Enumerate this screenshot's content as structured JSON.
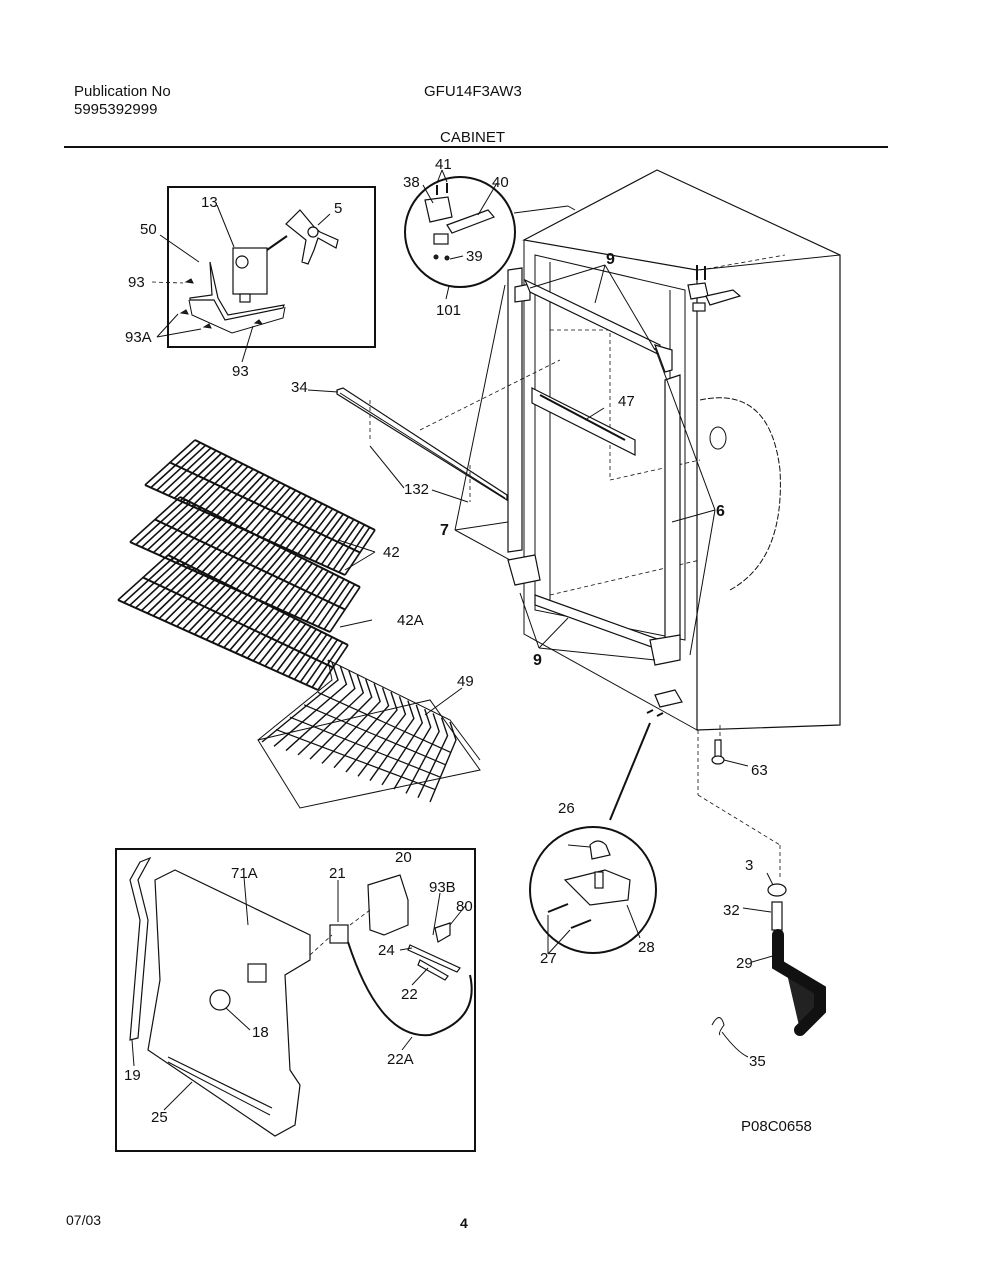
{
  "header": {
    "publication_label": "Publication No",
    "publication_number": "5995392999",
    "model": "GFU14F3AW3",
    "section_title": "CABINET"
  },
  "footer": {
    "date": "07/03",
    "page_number": "4"
  },
  "diagram": {
    "drawing_id": "P08C0658",
    "callouts": {
      "c13": "13",
      "c5": "5",
      "c50": "50",
      "c93a": "93",
      "c93b": "93",
      "c93A": "93A",
      "c41": "41",
      "c38": "38",
      "c40": "40",
      "c39": "39",
      "c101": "101",
      "c9top": "9",
      "c9bot": "9",
      "c34": "34",
      "c47": "47",
      "c132": "132",
      "c7": "7",
      "c6": "6",
      "c42": "42",
      "c42A": "42A",
      "c49": "49",
      "c63": "63",
      "c26": "26",
      "c27": "27",
      "c28": "28",
      "c3": "3",
      "c32": "32",
      "c29": "29",
      "c35": "35",
      "c71A": "71A",
      "c21": "21",
      "c20": "20",
      "c93B": "93B",
      "c80": "80",
      "c24": "24",
      "c22": "22",
      "c22A": "22A",
      "c18": "18",
      "c19": "19",
      "c25": "25"
    }
  }
}
